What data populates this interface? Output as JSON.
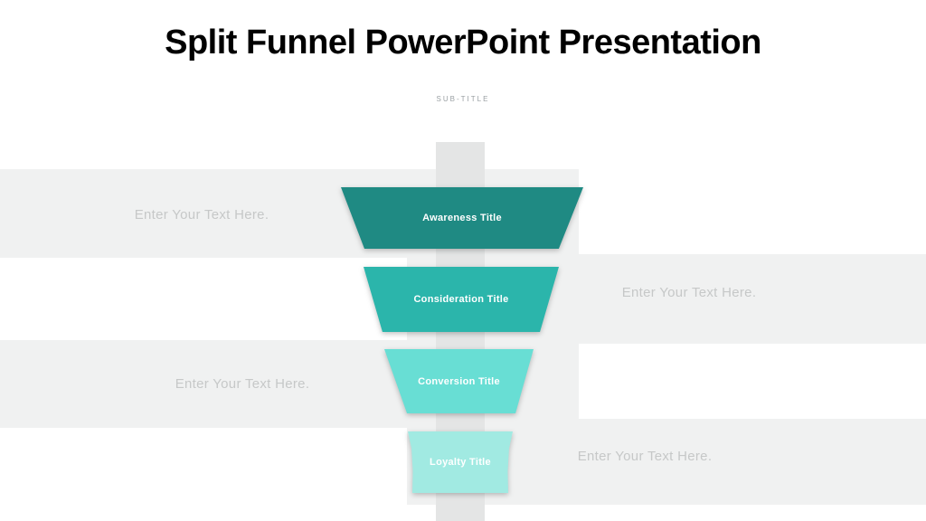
{
  "slide": {
    "title": "Split Funnel PowerPoint Presentation",
    "subtitle": "SUB-TITLE"
  },
  "funnel": {
    "levels": [
      {
        "label": "Awareness Title",
        "color": "#1F8A83"
      },
      {
        "label": "Consideration Title",
        "color": "#2BB5AB"
      },
      {
        "label": "Conversion Title",
        "color": "#68DED4"
      },
      {
        "label": "Loyalty Title",
        "color": "#A1EAE2"
      }
    ]
  },
  "placeholders": [
    {
      "label": "Enter Your Text Here.",
      "side": "left"
    },
    {
      "label": "Enter Your Text Here.",
      "side": "right"
    },
    {
      "label": "Enter Your Text Here.",
      "side": "left"
    },
    {
      "label": "Enter Your Text Here.",
      "side": "right"
    }
  ],
  "colors": {
    "band_gray": "#f0f1f1",
    "center_bar_gray": "#e4e5e5",
    "placeholder_text": "#c6c8c8",
    "title_text": "#000000",
    "subtitle_text": "#9aa0a3",
    "funnel_label_text": "#ffffff"
  }
}
